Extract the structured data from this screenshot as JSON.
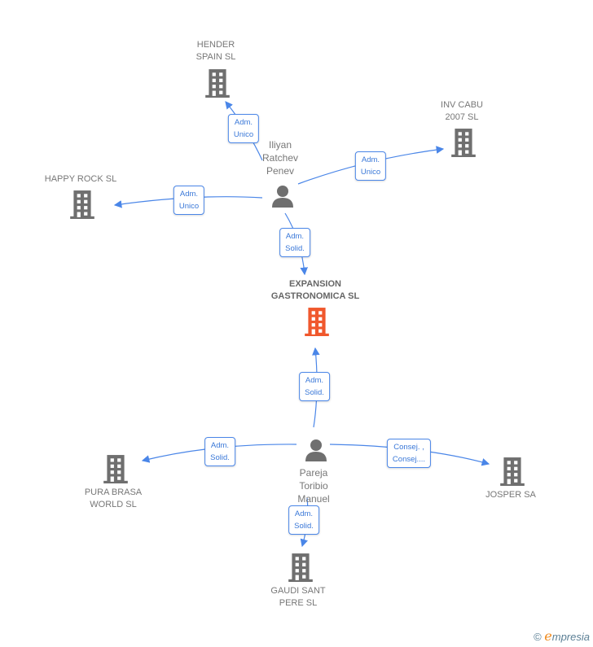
{
  "companies": {
    "hender": "HENDER\nSPAIN SL",
    "invcabu": "INV CABU\n2007 SL",
    "happyrock": "HAPPY ROCK SL",
    "expansion": "EXPANSION\nGASTRONOMICA SL",
    "purabrasa": "PURA BRASA\nWORLD SL",
    "josper": "JOSPER SA",
    "gaudi": "GAUDI SANT\nPERE SL"
  },
  "persons": {
    "iliyan": "Iliyan\nRatchev\nPenev",
    "pareja": "Pareja\nToribio\nManuel"
  },
  "relations": {
    "r1": "Adm.\nUnico",
    "r2": "Adm.\nUnico",
    "r3": "Adm.\nUnico",
    "r4": "Adm.\nSolid.",
    "r5": "Adm.\nSolid.",
    "r6": "Adm.\nSolid.",
    "r7": "Consej. ,\nConsej....",
    "r8": "Adm.\nSolid."
  },
  "colors": {
    "main": "#f0582d",
    "company": "#6f6f6f",
    "edge": "#4a86e8"
  },
  "footer": {
    "copyright": "©",
    "brand_e": "e",
    "brand_rest": "mpresia"
  }
}
